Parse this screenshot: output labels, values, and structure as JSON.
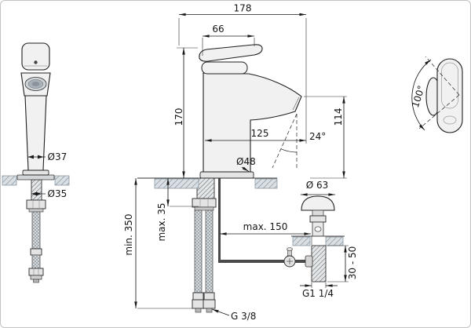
{
  "drawing": {
    "front_view": {
      "body_diameter": "Ø37",
      "shank_diameter": "Ø35"
    },
    "side_view": {
      "overall_length": "178",
      "handle_length": "66",
      "body_height": "170",
      "spout_reach": "125",
      "stream_angle": "24°",
      "base_diameter": "Ø48",
      "outlet_height": "114",
      "deck_thickness": "max. 35",
      "clearance_below": "min. 350",
      "supply_thread": "G 3/8"
    },
    "waste": {
      "plug_diameter": "Ø 63",
      "rod_reach": "max. 150",
      "insertion_depth": "30 - 50",
      "thread": "G1 1/4"
    },
    "top_view": {
      "swing_angle": "100°"
    }
  }
}
